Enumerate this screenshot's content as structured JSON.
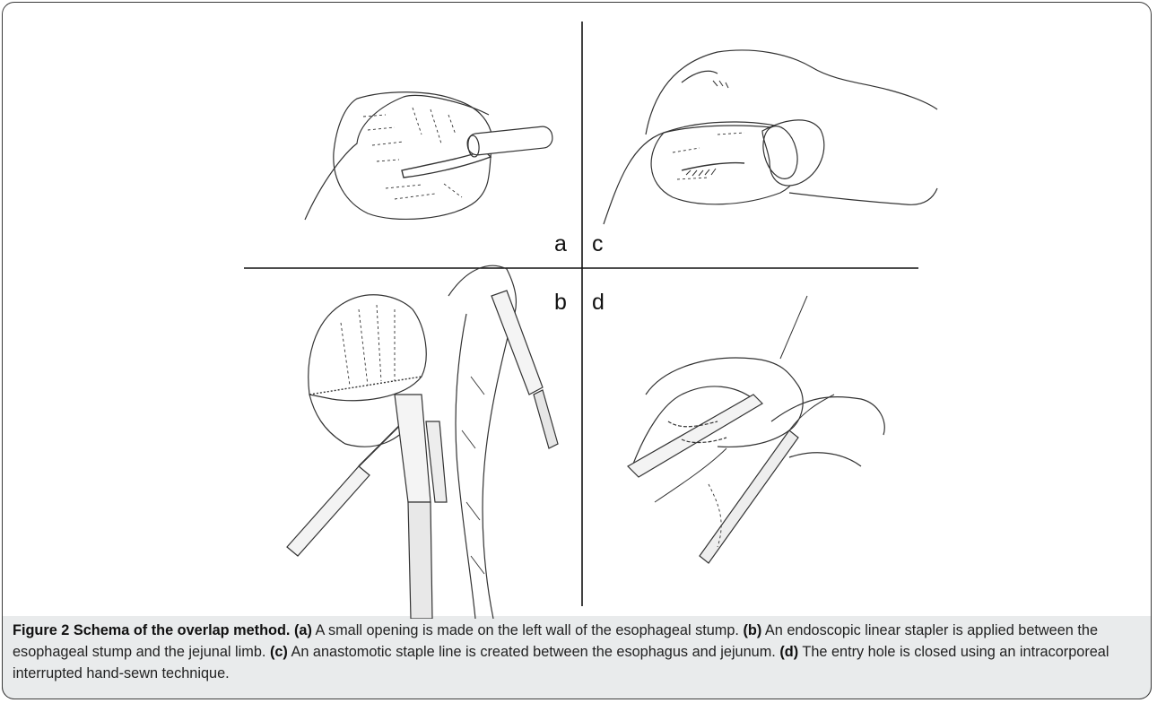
{
  "figure": {
    "panel_labels": {
      "a": "a",
      "b": "b",
      "c": "c",
      "d": "d"
    },
    "caption": {
      "figure_label": "Figure 2",
      "title": "Schema of the overlap method.",
      "parts": [
        {
          "tag": "(a)",
          "text": "A small opening is made on the left wall of the esophageal stump."
        },
        {
          "tag": "(b)",
          "text": "An endoscopic linear stapler is applied between the esophageal stump and the jejunal limb."
        },
        {
          "tag": "(c)",
          "text": "An anastomotic staple line is created between the esophagus and jejunum."
        },
        {
          "tag": "(d)",
          "text": "The entry hole is closed using an intracorporeal interrupted hand-sewn technique."
        }
      ]
    }
  }
}
